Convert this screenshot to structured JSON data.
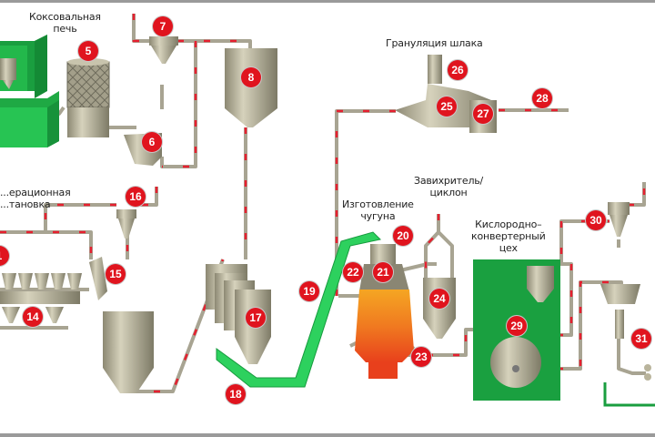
{
  "title": "Схема металлургического производства",
  "colors": {
    "pipe": "#a8a492",
    "flow": "#e52030",
    "equipment": "#b9b49c",
    "green": "#21b24a",
    "badge": "#e0141e"
  },
  "labels": {
    "coke_oven": [
      "Коксовальная",
      "печь"
    ],
    "sinter_plant": [
      "...ерационная",
      "...тановка"
    ],
    "slag_granulation": "Грануляция шлака",
    "swirler": [
      "Завихритель/",
      "циклон"
    ],
    "iron_making": [
      "Изготовление",
      "чугуна"
    ],
    "bof_shop": [
      "Кислородно–",
      "конвертерный",
      "цех"
    ]
  },
  "badges": [
    "5",
    "6",
    "7",
    "8",
    "14",
    "15",
    "16",
    "17",
    "18",
    "19",
    "20",
    "21",
    "22",
    "23",
    "24",
    "25",
    "26",
    "27",
    "28",
    "29",
    "30",
    "31",
    "1"
  ]
}
